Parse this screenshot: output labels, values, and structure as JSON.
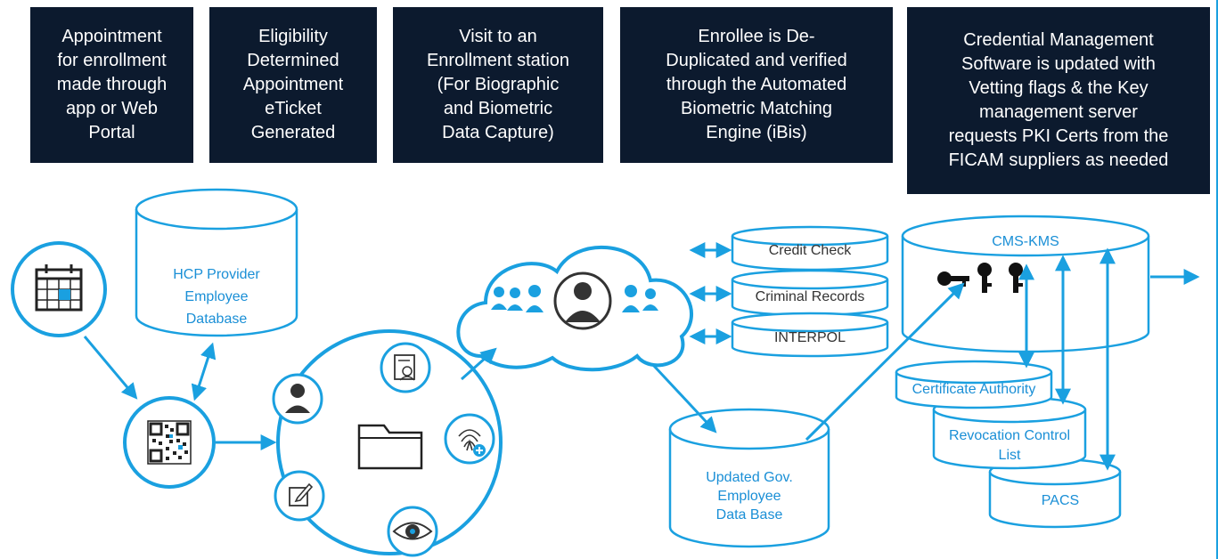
{
  "steps": [
    "Appointment\nfor enrollment\nmade through\napp or Web\nPortal",
    "Eligibility\nDetermined\nAppointment\neTicket\nGenerated",
    "Visit to an\nEnrollment station\n(For Biographic\nand Biometric\nData Capture)",
    "Enrollee is De-\nDuplicated and verified\nthrough the Automated\nBiometric Matching\nEngine (iBis)",
    "Credential Management\nSoftware is updated with\nVetting flags  & the Key\nmanagement server\nrequests PKI Certs from the\nFICAM suppliers as needed"
  ],
  "databases": {
    "hcp": [
      "HCP Provider",
      "Employee",
      "Database"
    ],
    "gov": [
      "Updated Gov.",
      "Employee",
      "Data Base"
    ],
    "cms": "CMS-KMS",
    "ca": "Certificate Authority",
    "rcl": [
      "Revocation Control",
      "List"
    ],
    "pacs": "PACS"
  },
  "checks": [
    "Credit Check",
    "Criminal Records",
    "INTERPOL"
  ],
  "icons": {
    "calendar": "calendar-icon",
    "qr": "qr-code-icon",
    "person": "person-icon",
    "document": "id-document-icon",
    "fingerprint": "fingerprint-icon",
    "eye": "eye-icon",
    "edit": "edit-icon",
    "folder": "folder-icon",
    "cloud": "cloud-icon",
    "keys": "key-icon"
  },
  "colors": {
    "dark": "#0c1a2e",
    "accent": "#1aa0e0"
  }
}
